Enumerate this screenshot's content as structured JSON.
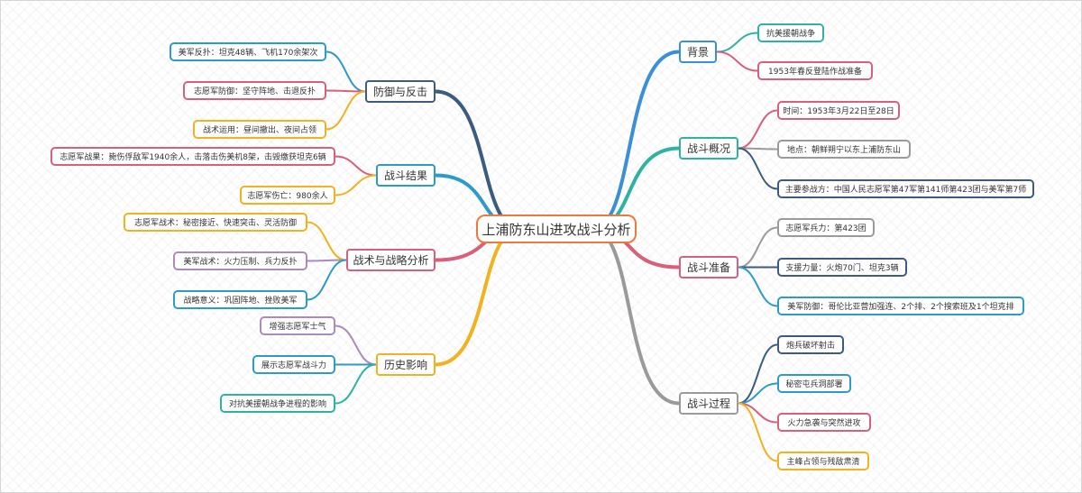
{
  "root": {
    "label": "上浦防东山进攻战斗分析",
    "color": "#ec7a3c"
  },
  "right_branches": [
    {
      "id": "bg",
      "label": "背景",
      "color": "#3a8fd6",
      "leaves": [
        {
          "label": "抗美援朝战争",
          "color": "#2eb3a2"
        },
        {
          "label": "1953年春反登陆作战准备",
          "color": "#d7607a"
        }
      ]
    },
    {
      "id": "overview",
      "label": "战斗概况",
      "color": "#2eb3a2",
      "leaves": [
        {
          "label": "时间：1953年3月22日至28日",
          "color": "#d7607a"
        },
        {
          "label": "地点：朝鲜朔宁以东上浦防东山",
          "color": "#9a9a9a"
        },
        {
          "label": "主要参战方：中国人民志愿军第47军第141师第423团与美军第7师",
          "color": "#3b5b82"
        }
      ]
    },
    {
      "id": "prep",
      "label": "战斗准备",
      "color": "#d7607a",
      "leaves": [
        {
          "label": "志愿军兵力：第423团",
          "color": "#9a9a9a"
        },
        {
          "label": "支援力量：火炮70门、坦克3辆",
          "color": "#3b5b82"
        },
        {
          "label": "美军防御：哥伦比亚营加强连、2个排、2个搜索班及1个坦克排",
          "color": "#2d9bc8"
        }
      ]
    },
    {
      "id": "process",
      "label": "战斗过程",
      "color": "#9a9a9a",
      "leaves": [
        {
          "label": "炮兵破坏射击",
          "color": "#3b5b82"
        },
        {
          "label": "秘密屯兵洞部署",
          "color": "#2d9bc8"
        },
        {
          "label": "火力急袭与突然进攻",
          "color": "#d7607a"
        },
        {
          "label": "主峰占领与残敌肃清",
          "color": "#f2b220"
        }
      ]
    }
  ],
  "left_branches": [
    {
      "id": "defense",
      "label": "防御与反击",
      "color": "#3b5b82",
      "leaves": [
        {
          "label": "美军反扑：坦克48辆、飞机170余架次",
          "color": "#2d9bc8"
        },
        {
          "label": "志愿军防御：坚守阵地、击退反扑",
          "color": "#d7607a"
        },
        {
          "label": "战术运用：昼间撤出、夜间占领",
          "color": "#f2b220"
        }
      ]
    },
    {
      "id": "result",
      "label": "战斗结果",
      "color": "#2d9bc8",
      "leaves": [
        {
          "label": "志愿军战果：毙伤俘敌军1940余人，击落击伤美机8架，击毁缴获坦克6辆",
          "color": "#d7607a"
        },
        {
          "label": "志愿军伤亡：980余人",
          "color": "#f2b220"
        }
      ]
    },
    {
      "id": "tactics",
      "label": "战术与战略分析",
      "color": "#d7607a",
      "leaves": [
        {
          "label": "志愿军战术：秘密接近、快速突击、灵活防御",
          "color": "#f2b220"
        },
        {
          "label": "美军战术：火力压制、兵力反扑",
          "color": "#a98bbd"
        },
        {
          "label": "战略意义：巩固阵地、挫败美军",
          "color": "#2d9bc8"
        }
      ]
    },
    {
      "id": "impact",
      "label": "历史影响",
      "color": "#f2b220",
      "leaves": [
        {
          "label": "增强志愿军士气",
          "color": "#a98bbd"
        },
        {
          "label": "展示志愿军战斗力",
          "color": "#2d9bc8"
        },
        {
          "label": "对抗美援朝战争进程的影响",
          "color": "#2eb3a2"
        }
      ]
    }
  ]
}
